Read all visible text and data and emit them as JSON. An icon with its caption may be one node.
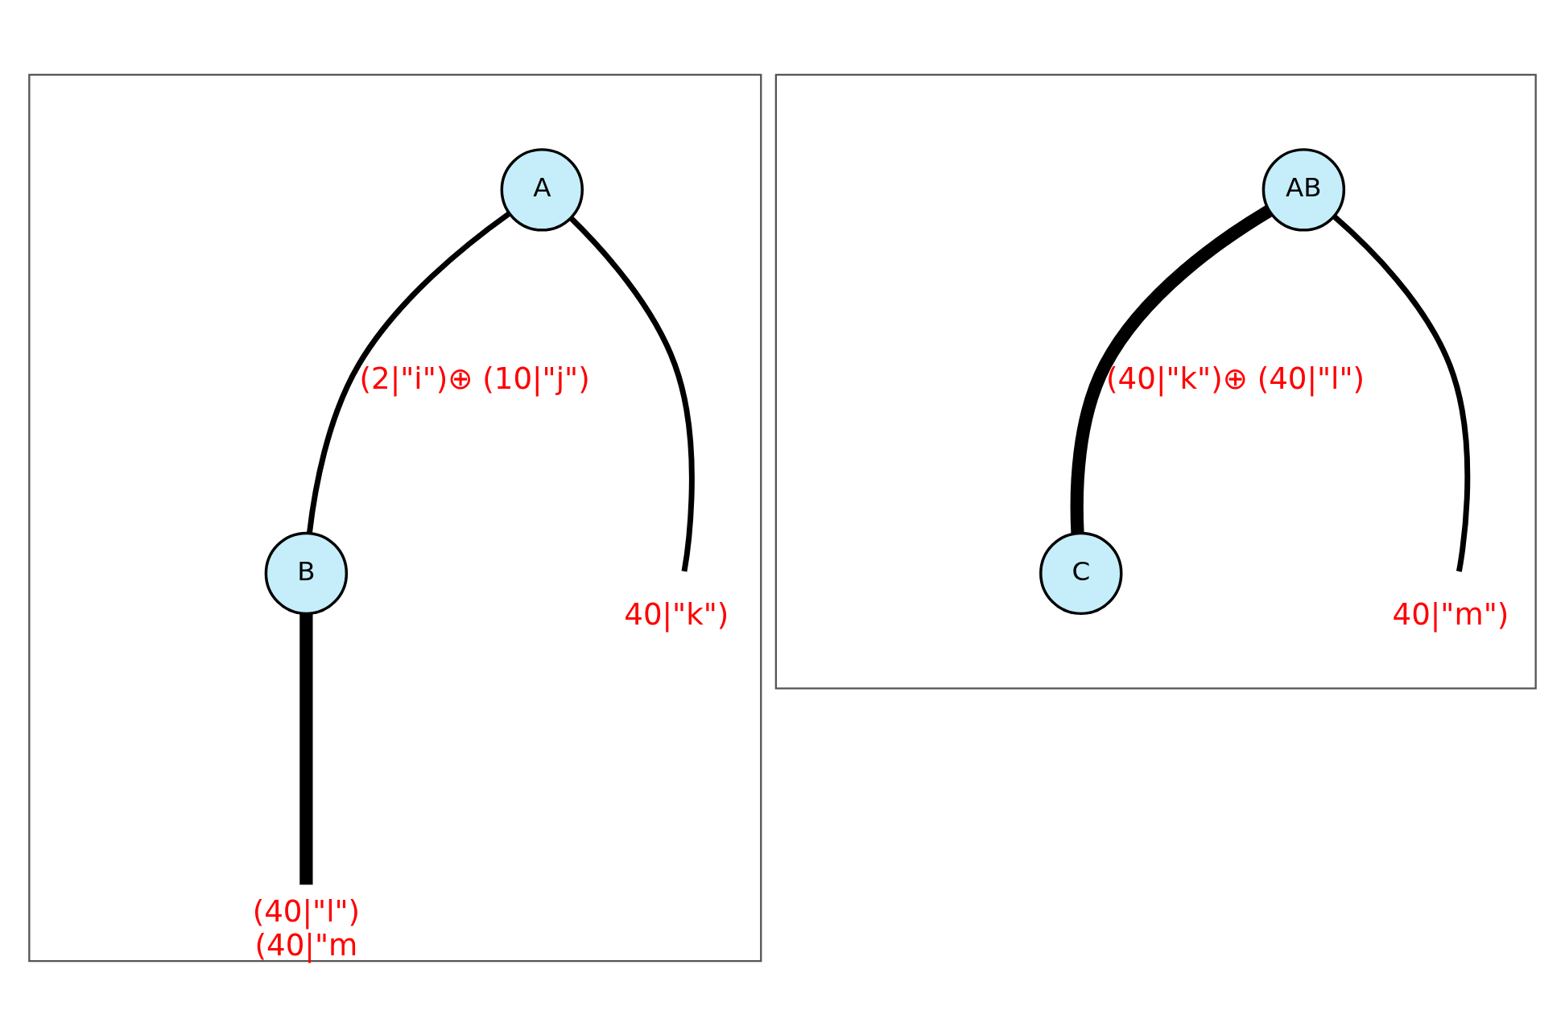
{
  "diagram": {
    "nodes": [
      {
        "text": [],
        "shape": "box"
      },
      {
        "text": [
          "A"
        ],
        "in": 0
      },
      {
        "text": [
          "B"
        ],
        "in": 0
      },
      {
        "text": [],
        "shape": "box"
      },
      {
        "text": [
          "AB"
        ],
        "in": 3
      },
      {
        "text": [
          "C"
        ],
        "in": 3
      }
    ],
    "edges": [
      {
        "from": 1,
        "to": 2,
        "arrow": "none",
        "label": "(2|\"i\")⊕ (10|\"j\")"
      },
      {
        "from": 1,
        "to": null,
        "arrow": "none",
        "label": "40|\"k\")"
      },
      {
        "from": 2,
        "to": null,
        "arrow": "none",
        "label": "(40|\"l\") (40|\"m",
        "style": "thick"
      },
      {
        "from": 4,
        "to": 5,
        "arrow": "none",
        "label": "(40|\"k\")⊕ (40|\"l\")",
        "style": "thick"
      },
      {
        "from": 4,
        "to": null,
        "arrow": "none",
        "label": "40|\"m\")"
      }
    ]
  }
}
